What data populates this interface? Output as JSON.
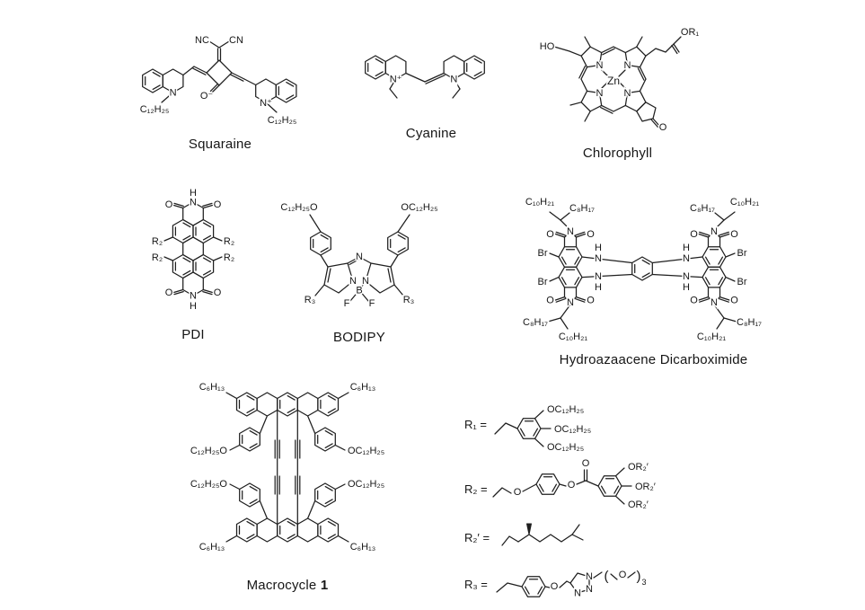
{
  "colors": {
    "background": "#ffffff",
    "ink": "#1f1f1f"
  },
  "molecules": {
    "squaraine": {
      "caption": "Squaraine",
      "labels": {
        "nc": "NC",
        "cn": "CN",
        "o_minus": "O⁻",
        "n_left": "N",
        "chain_left": "C₁₂H₂₅",
        "n_plus": "N⁺",
        "chain_right": "C₁₂H₂₅"
      }
    },
    "cyanine": {
      "caption": "Cyanine",
      "labels": {
        "n_plus": "N⁺",
        "n_right": "N"
      }
    },
    "chlorophyll": {
      "caption": "Chlorophyll",
      "labels": {
        "ho": "HO",
        "or1": "OR₁",
        "zn": "Zn",
        "n_nw": "N",
        "n_ne": "N",
        "n_sw": "N",
        "n_se": "N",
        "o_ketone": "O"
      }
    },
    "pdi": {
      "caption": "PDI",
      "labels": {
        "h_top": "H",
        "n_top": "N",
        "o_tl": "O",
        "o_tr": "O",
        "r2_tl": "R₂",
        "r2_bl": "R₂",
        "r2_tr": "R₂",
        "r2_br": "R₂",
        "n_bottom": "N",
        "h_bottom": "H",
        "o_bl": "O",
        "o_br": "O"
      }
    },
    "bodipy": {
      "caption": "BODIPY",
      "labels": {
        "chain_left": "C₁₂H₂₅O",
        "chain_right": "OC₁₂H₂₅",
        "n_meso": "N",
        "n_left": "N",
        "n_right": "N",
        "b": "B",
        "f_left": "F",
        "f_right": "F",
        "r3_left": "R₃",
        "r3_right": "R₃"
      }
    },
    "hydroazaacene": {
      "caption": "Hydroazaacene Dicarboximide",
      "labels": {
        "c10_tl": "C₁₀H₂₁",
        "c8_tl": "C₈H₁₇",
        "c8_tr": "C₈H₁₇",
        "c10_tr": "C₁₀H₂₁",
        "c8_bl": "C₈H₁₇",
        "c10_bl": "C₁₀H₂₁",
        "c8_br": "C₈H₁₇",
        "c10_br": "C₁₀H₂₁",
        "br_tl": "Br",
        "br_bl": "Br",
        "br_tr": "Br",
        "br_br": "Br",
        "n_lt": "N",
        "n_lb": "N",
        "n_rt": "N",
        "n_rb": "N",
        "o_lt_l": "O",
        "o_lt_r": "O",
        "o_lb_l": "O",
        "o_lb_r": "O",
        "o_rt_l": "O",
        "o_rt_r": "O",
        "o_rb_l": "O",
        "o_rb_r": "O",
        "nh_tl_h": "H",
        "nh_tl_n": "N",
        "nh_bl_n": "N",
        "nh_bl_h": "H",
        "nh_tr_h": "H",
        "nh_tr_n": "N",
        "nh_br_n": "N",
        "nh_br_h": "H"
      }
    },
    "macrocycle": {
      "caption_prefix": "Macrocycle ",
      "caption_number": "1",
      "labels": {
        "c6_tl": "C₆H₁₃",
        "c6_tr": "C₆H₁₃",
        "c6_bl": "C₆H₁₃",
        "c6_br": "C₆H₁₃",
        "o_tl": "C₁₂H₂₅O",
        "o_tr": "OC₁₂H₂₅",
        "o_bl": "C₁₂H₂₅O",
        "o_br": "OC₁₂H₂₅"
      }
    },
    "rgroups": {
      "r1_label": "R₁ =",
      "r1_chain_top": "OC₁₂H₂₅",
      "r1_chain_mid": "OC₁₂H₂₅",
      "r1_chain_bot": "OC₁₂H₂₅",
      "r2_label": "R₂ =",
      "r2_o_link1": "O",
      "r2_o_link2": "O",
      "r2_o_carbonyl": "O",
      "r2_or_top": "OR₂′",
      "r2_or_mid": "OR₂′",
      "r2_or_bot": "OR₂′",
      "r2p_label": "R₂′ =",
      "r3_label": "R₃ =",
      "r3_o_link": "O",
      "r3_n1": "N",
      "r3_n2": "N",
      "r3_n3": "N",
      "r3_paren_open": "(",
      "r3_o_peg": "O",
      "r3_paren_close": ")",
      "r3_repeat_sub": "3"
    }
  }
}
